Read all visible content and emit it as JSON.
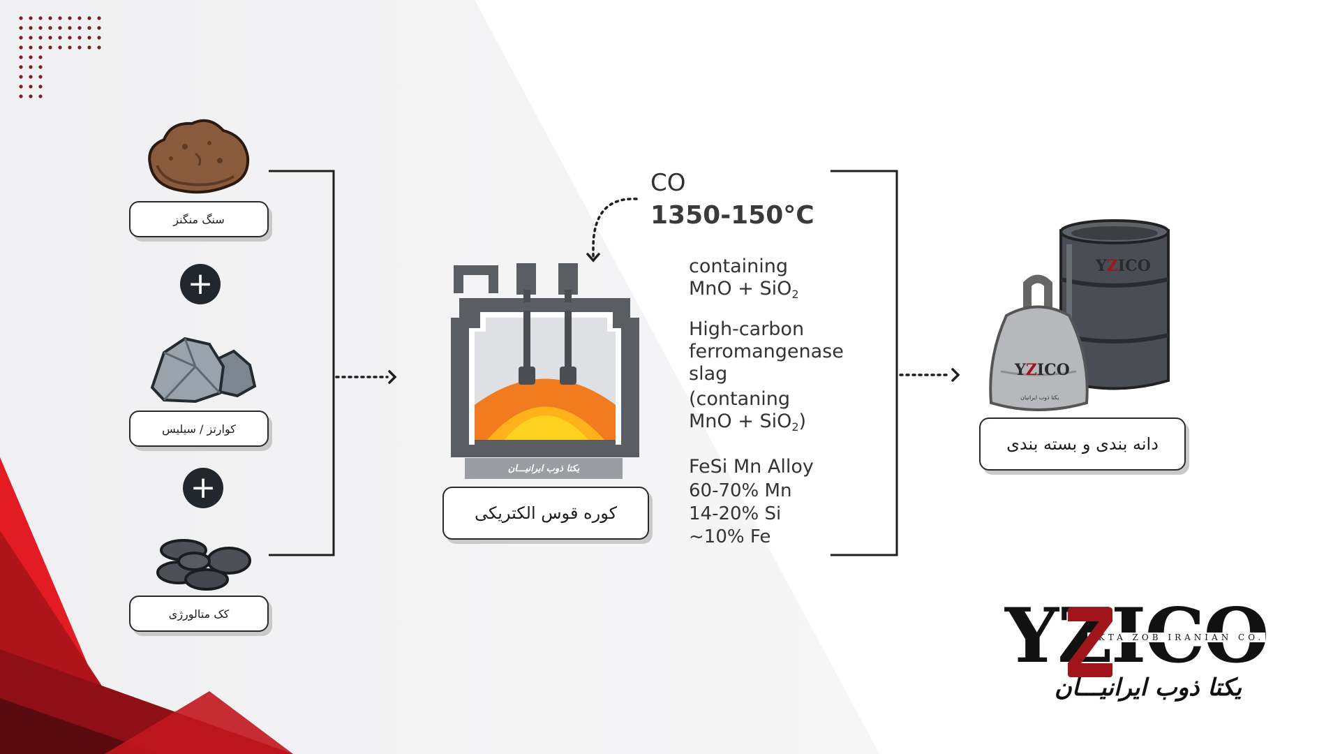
{
  "colors": {
    "accent_red": "#c8161d",
    "dark_red": "#4a0c10",
    "box_border": "#2a2a2a",
    "melt_orange": "#f27a1f",
    "melt_yellow": "#ffd21f"
  },
  "icons": [
    "manganese-ore-icon",
    "quartz-icon",
    "coke-icon",
    "plus-icon",
    "arc-furnace-icon",
    "bag-icon",
    "barrel-icon",
    "dotted-arrow-icon"
  ],
  "inputs": [
    {
      "label": "سنگ منگنز"
    },
    {
      "label": "کوارتز / سیلیس"
    },
    {
      "label": "کک متالورژی"
    }
  ],
  "plus_symbol": "+",
  "furnace": {
    "label": "کوره قوس الکتریکی",
    "plate_text": "یکتا ذوب ایرانیـــان"
  },
  "gas": {
    "name": "CO",
    "temperature": "1350-150°C"
  },
  "outputs": {
    "slag": {
      "line1": "containing",
      "line2_prefix": "MnO + SiO",
      "line3": "High-carbon",
      "line4": "ferromangenase",
      "line5": "slag",
      "line6": "(contaning",
      "line7_prefix": "MnO + SiO",
      "line7_suffix": ")",
      "subscript": "2"
    },
    "alloy": {
      "title": "FeSi Mn Alloy",
      "mn": "60-70% Mn",
      "si": "14-20% Si",
      "fe": "~10% Fe"
    }
  },
  "packaging": {
    "label": "دانه بندی و بسته بندی",
    "brand": "YZICO",
    "bag_small_text": "یکتا ذوب ایرانیان"
  },
  "logo": {
    "mark": "YZICO",
    "subtitle": "EKTA ZOB IRANIAN CO.",
    "persian": "یکتا ذوب ایرانیـــان"
  }
}
